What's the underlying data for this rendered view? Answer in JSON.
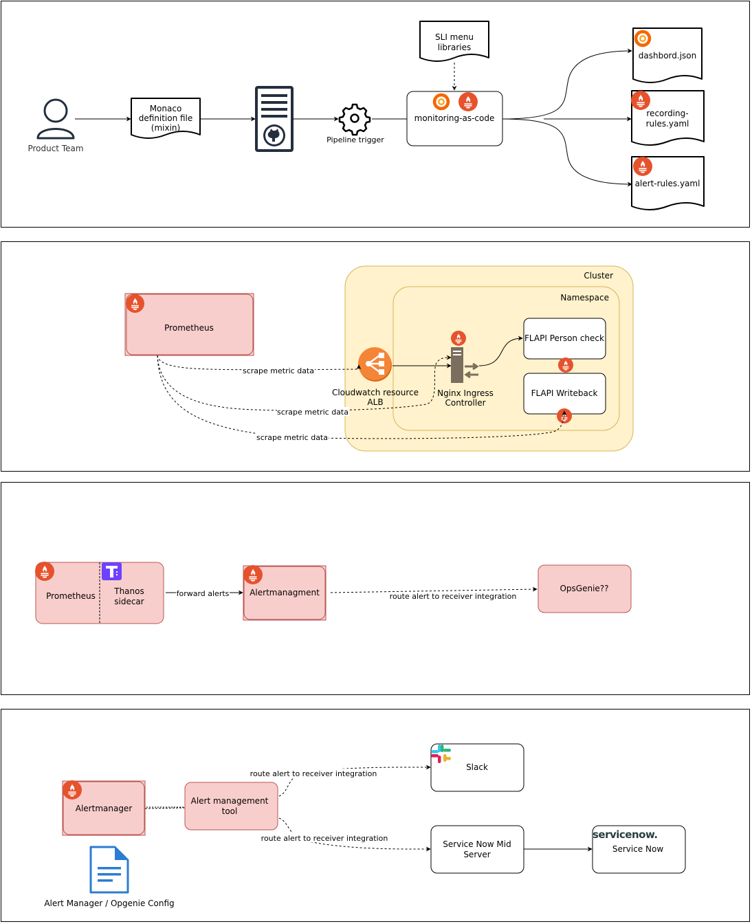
{
  "panel1": {
    "product_team": "Product Team",
    "monaco": [
      "Monaco",
      "definition file",
      "(mixin)"
    ],
    "pipeline_trigger": "Pipeline trigger",
    "sli_menu": [
      "SLI menu",
      "libraries"
    ],
    "monitoring": "monitoring-as-code",
    "dashboard": "dashbord.json",
    "recording": [
      "recording-",
      "rules.yaml"
    ],
    "alert_rules": "alert-rules.yaml"
  },
  "panel2": {
    "prometheus": "Prometheus",
    "cluster": "Cluster",
    "namespace": "Namespace",
    "cloudwatch": [
      "Cloudwatch resource",
      "ALB"
    ],
    "nginx": [
      "Nginx Ingress",
      "Controller"
    ],
    "flapi_person": "FLAPI Person check",
    "flapi_writeback": "FLAPI Writeback",
    "edge_label": "scrape metric data"
  },
  "panel3": {
    "prometheus": "Prometheus",
    "thanos": [
      "Thanos",
      "sidecar"
    ],
    "forward": "forward alerts",
    "alertmanagement": "Alertmanagment",
    "route": "route alert to receiver integration",
    "opsgenie": "OpsGenie??"
  },
  "panel4": {
    "alertmanager": "Alertmanager",
    "alert_tool": [
      "Alert management",
      "tool"
    ],
    "route1": "route alert to receiver integration",
    "route2": "route alert to receiver integration",
    "slack": "Slack",
    "snow_mid": [
      "Service Now Mid",
      "Server"
    ],
    "snow_logo": "servicenow.",
    "snow": "Service Now",
    "config": "Alert Manager / Opgenie Config"
  },
  "colors": {
    "prometheus_orange": "#E6522C",
    "grafana_orange": "#F46800",
    "pink_fill": "#F8CECC",
    "pink_stroke": "#B85450",
    "cluster_fill": "#FFF2CC",
    "cluster_stroke": "#D6B656",
    "thanos_purple": "#6D41FF",
    "doc_blue": "#2B7CD3"
  },
  "icons": [
    "person-icon",
    "github-server-icon",
    "gear-icon",
    "grafana-icon",
    "prometheus-icon",
    "load-balancer-icon",
    "nginx-server-icon",
    "thanos-icon",
    "slack-icon",
    "document-icon"
  ]
}
